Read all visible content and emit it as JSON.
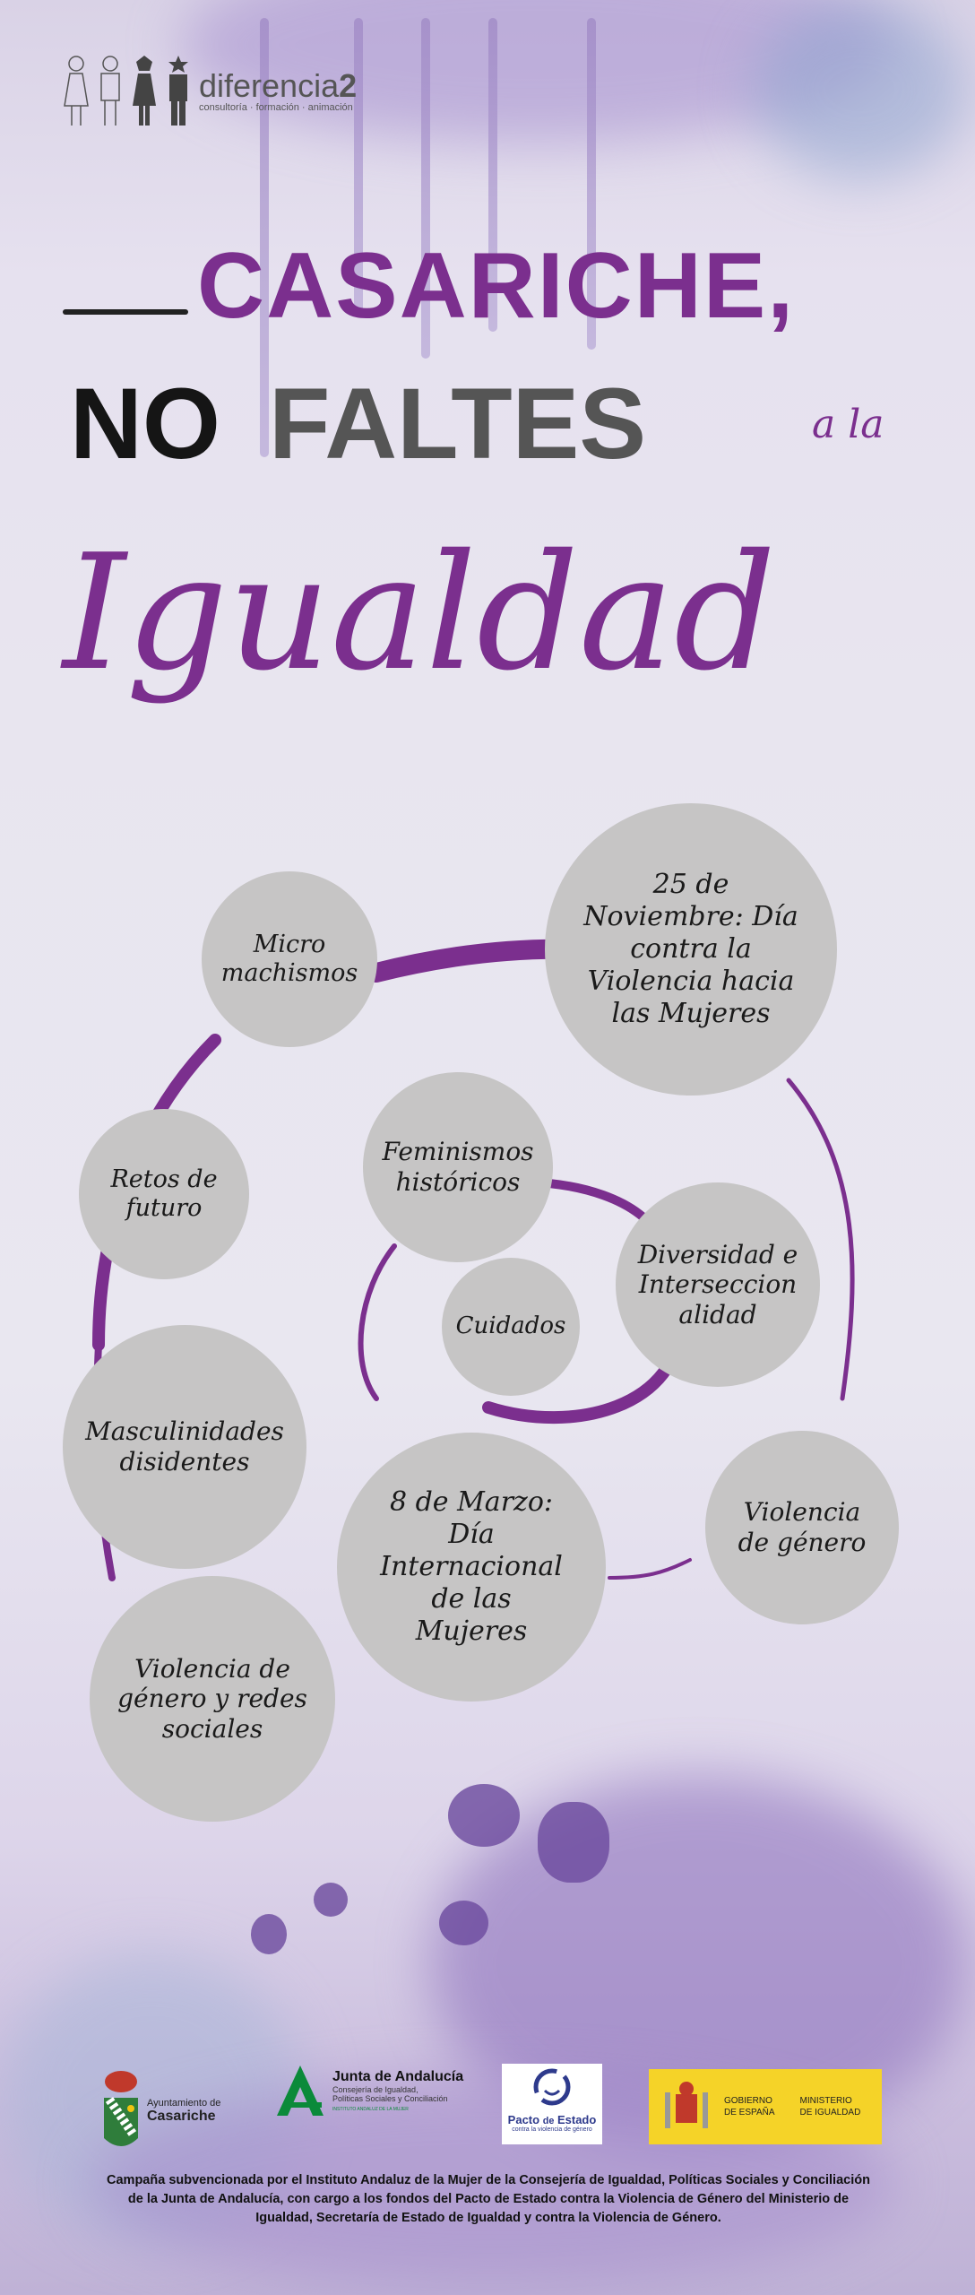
{
  "brand": {
    "name_light": "diferencia",
    "name_bold": "2",
    "tagline": "consultoría · formación · animación"
  },
  "title": {
    "line1": "CASARICHE,",
    "line2_a": "NO",
    "line2_b": "FALTES",
    "line2_c": "a la",
    "line3": "Igualdad"
  },
  "topics": [
    {
      "id": "micro",
      "label": "Micro machismos"
    },
    {
      "id": "nov25",
      "label": "25 de Noviembre: Día contra la Violencia hacia las Mujeres"
    },
    {
      "id": "retos",
      "label": "Retos de futuro"
    },
    {
      "id": "feminismos",
      "label": "Feminismos históricos"
    },
    {
      "id": "diversidad",
      "label": "Diversidad e Interseccionalidad"
    },
    {
      "id": "cuidados",
      "label": "Cuidados"
    },
    {
      "id": "masculinidades",
      "label": "Masculinidades disidentes"
    },
    {
      "id": "mar8",
      "label": "8 de Marzo: Día Internacional de las Mujeres"
    },
    {
      "id": "violencia",
      "label": "Violencia de género"
    },
    {
      "id": "redes",
      "label": "Violencia de género y redes sociales"
    }
  ],
  "sponsors": {
    "casariche": {
      "line1": "Ayuntamiento de",
      "line2": "Casariche"
    },
    "junta": {
      "name": "Junta de Andalucía",
      "sub1": "Consejería de Igualdad,",
      "sub2": "Políticas Sociales y Conciliación",
      "sub3": "INSTITUTO ANDALUZ DE LA MUJER"
    },
    "pacto": {
      "name_a": "Pacto",
      "name_de": "de",
      "name_b": "Estado",
      "sub": "contra la violencia de género"
    },
    "gobierno": {
      "a1": "GOBIERNO",
      "a2": "DE ESPAÑA",
      "b1": "MINISTERIO",
      "b2": "DE IGUALDAD"
    }
  },
  "footer_text": "Campaña subvencionada por el Instituto Andaluz de la Mujer de la Consejería de Igualdad, Políticas Sociales y Conciliación de la Junta de Andalucía, con cargo a los fondos del Pacto de Estado contra la Violencia de Género del Ministerio de Igualdad, Secretaría de Estado de Igualdad y contra la Violencia de Género.",
  "colors": {
    "purple": "#7b2f8e",
    "circle": "#c6c5c5",
    "yellow": "#f5d328",
    "junta_green": "#0b8a3a"
  }
}
